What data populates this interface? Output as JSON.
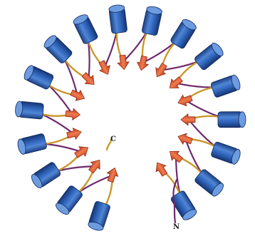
{
  "diagram": {
    "labels": {
      "c_terminus": "C",
      "n_terminus": "N"
    },
    "elements": {
      "helix_count": 17,
      "strand_count": 17
    },
    "colors": {
      "helix": "#2e63b8",
      "strand": "#e0552e",
      "loop_outer": "#c9982c",
      "loop_inner": "#6e2a6e"
    }
  }
}
